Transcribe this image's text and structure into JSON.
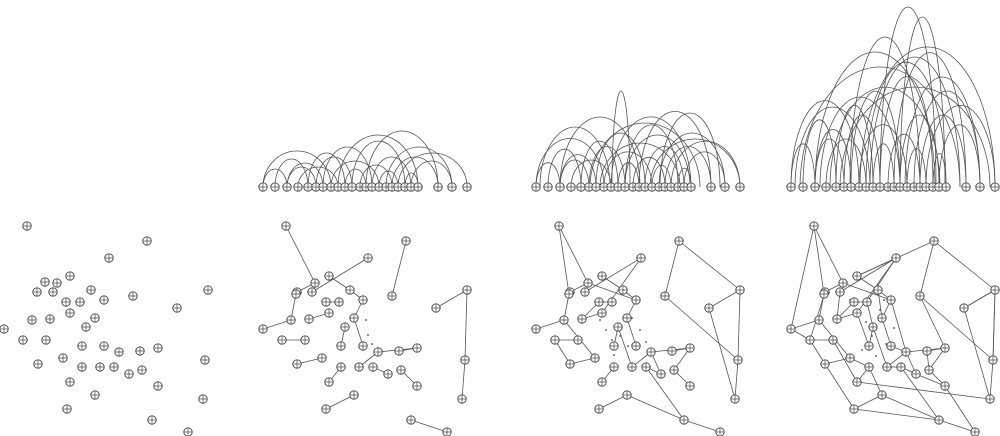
{
  "figure": {
    "description_colors": {
      "stroke": "#555555",
      "background": "#ffffff"
    },
    "panels": [
      {
        "id": "panel-1",
        "stage": 1
      },
      {
        "id": "panel-2",
        "stage": 2
      },
      {
        "id": "panel-3",
        "stage": 3
      },
      {
        "id": "panel-4",
        "stage": 4
      }
    ]
  }
}
